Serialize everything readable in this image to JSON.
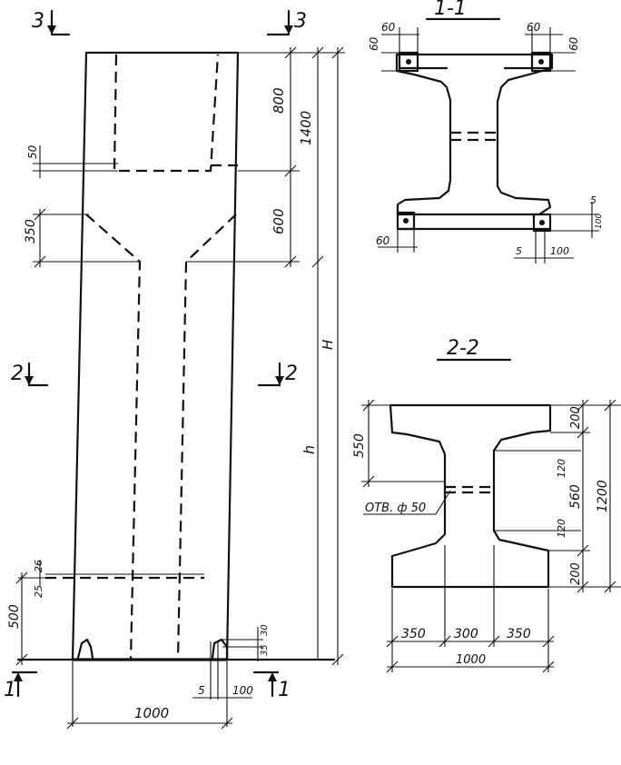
{
  "sections": {
    "s3": "3",
    "s2": "2",
    "s1": "1",
    "title_11": "1-1",
    "title_22": "2-2"
  },
  "elevation": {
    "d800": "800",
    "d1400": "1400",
    "d600": "600",
    "dH": "H",
    "dh": "h",
    "d50": "50",
    "d350": "350",
    "d26": "26",
    "d25": "25",
    "d500": "500",
    "d30": "30",
    "d35": "35",
    "d5": "5",
    "d100": "100",
    "d1000": "1000"
  },
  "section11": {
    "d60a": "60",
    "d60b": "60",
    "d60c": "60",
    "d60d": "60",
    "d60e": "60",
    "d5a": "5",
    "d100a": "100",
    "d5b": "5",
    "d100b": "100"
  },
  "section22": {
    "d550": "550",
    "d200a": "200",
    "d120a": "120",
    "d560": "560",
    "d120b": "120",
    "d200b": "200",
    "d1200": "1200",
    "hole": "ОТВ. ф 50",
    "d350a": "350",
    "d300": "300",
    "d350b": "350",
    "d1000": "1000"
  }
}
